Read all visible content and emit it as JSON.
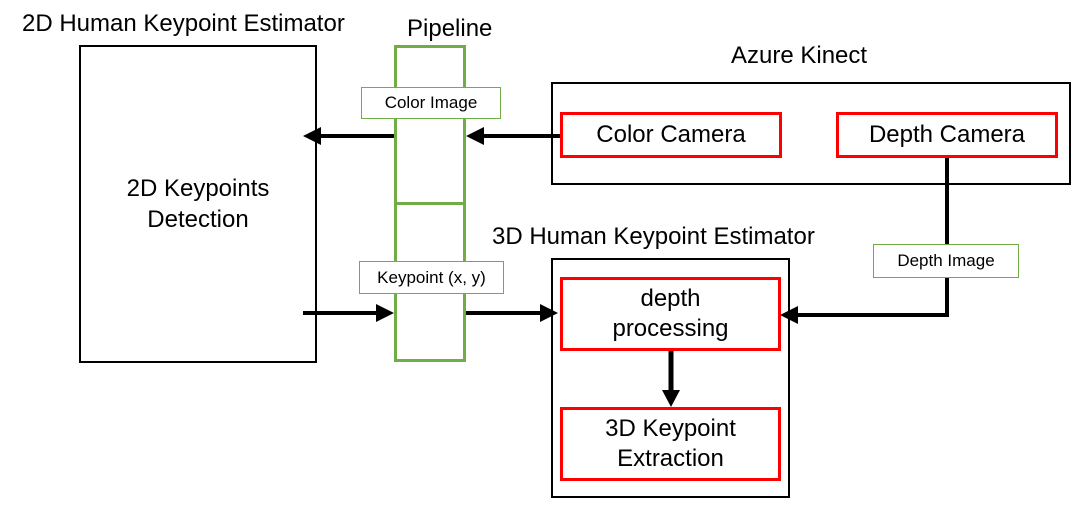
{
  "titles": {
    "estimator_2d": "2D Human Keypoint Estimator",
    "pipeline": "Pipeline",
    "azure_kinect": "Azure Kinect",
    "estimator_3d": "3D  Human Keypoint Estimator"
  },
  "blocks": {
    "keypoints_detection_line1": "2D Keypoints",
    "keypoints_detection_line2": "Detection",
    "color_camera": "Color Camera",
    "depth_camera": "Depth Camera",
    "depth_processing_line1": "depth",
    "depth_processing_line2": "processing",
    "keypoint_extraction_line1": "3D Keypoint",
    "keypoint_extraction_line2": "Extraction"
  },
  "labels": {
    "color_image": "Color Image",
    "keypoint_xy": "Keypoint (x, y)",
    "depth_image": "Depth Image"
  },
  "colors": {
    "module_border": "#000000",
    "component_border": "#ff0000",
    "pipeline_border": "#70ad47",
    "arrow": "#000000"
  }
}
